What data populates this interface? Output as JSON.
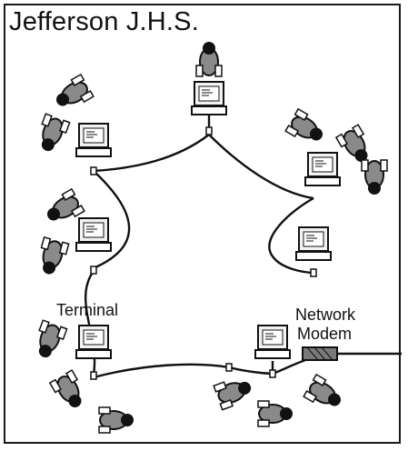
{
  "header": {
    "title": "Jefferson J.H.S."
  },
  "labels": {
    "terminal": "Terminal",
    "network_modem_line1": "Network",
    "network_modem_line2": "Modem"
  },
  "colors": {
    "ink": "#111111",
    "monitor": "#f2f2f2",
    "people": "#8a8a8a",
    "modem": "#7a7a7a"
  },
  "icons": [
    "computer-icon",
    "person-icon",
    "network-modem-icon",
    "connector-icon"
  ]
}
